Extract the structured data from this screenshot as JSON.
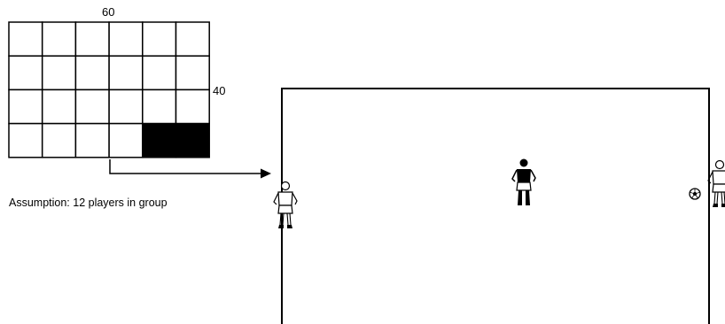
{
  "grid": {
    "width_label": "60",
    "height_label": "40",
    "rows": 4,
    "cols": 6,
    "filled_cells_last_row": 2
  },
  "assumption_text": "Assumption: 12 players in group",
  "players": [
    {
      "kit": "white",
      "facing": "right",
      "name": "player-white-left"
    },
    {
      "kit": "black",
      "facing": "front",
      "name": "player-black-center"
    },
    {
      "kit": "white",
      "facing": "left",
      "name": "player-white-right"
    }
  ],
  "ball": {
    "icon": "soccer-ball-icon"
  }
}
